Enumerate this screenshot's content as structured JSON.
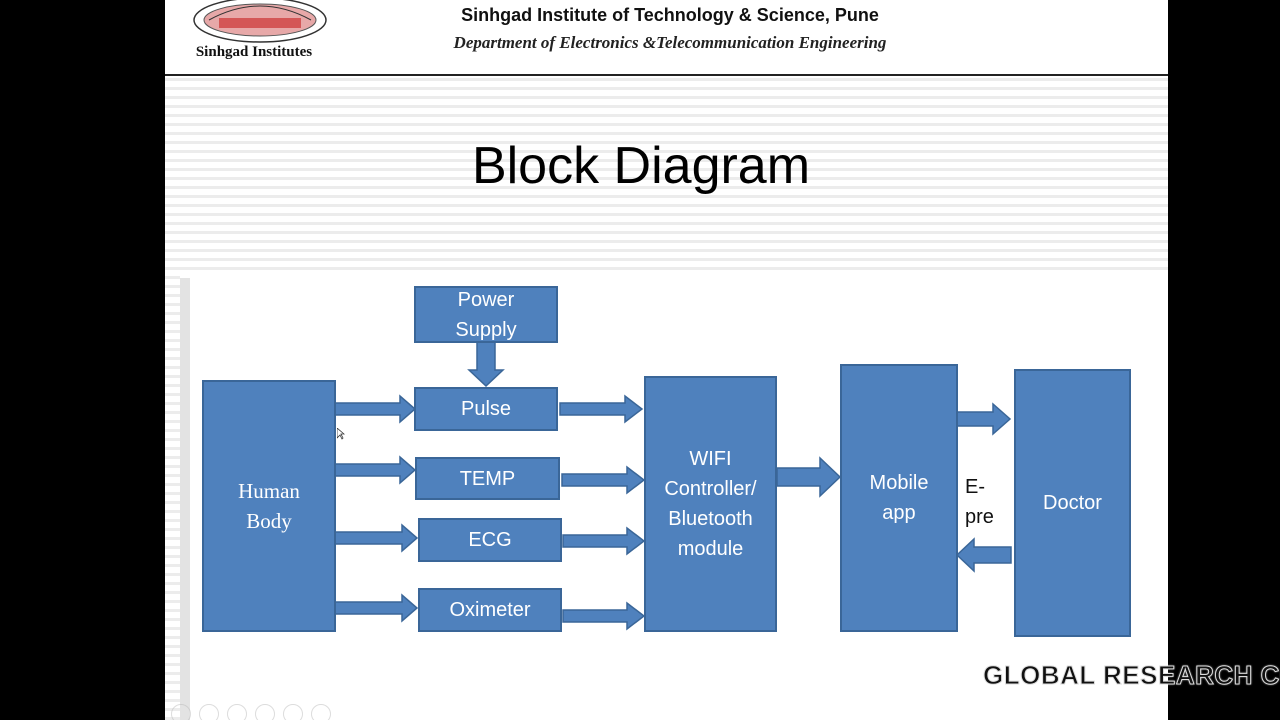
{
  "header": {
    "logo_text": "Sinhgad Institutes",
    "institute": "Sinhgad Institute of Technology & Science, Pune",
    "department": "Department of Electronics &Telecommunication Engineering"
  },
  "slide": {
    "title": "Block Diagram"
  },
  "diagram": {
    "power_supply": [
      "Power",
      "Supply"
    ],
    "human_body": [
      "Human",
      "Body"
    ],
    "pulse": "Pulse",
    "temp": "TEMP",
    "ecg": "ECG",
    "oximeter": "Oximeter",
    "wifi": [
      "WIFI",
      "Controller/",
      "Bluetooth",
      "module"
    ],
    "mobile": [
      "Mobile",
      "app"
    ],
    "doctor": "Doctor",
    "e_pre": [
      "E-",
      "pre"
    ],
    "colors": {
      "box_fill": "#4f81bd",
      "box_border": "#3a6698"
    }
  },
  "watermark": "GLOBAL  RESEARCH  CO"
}
